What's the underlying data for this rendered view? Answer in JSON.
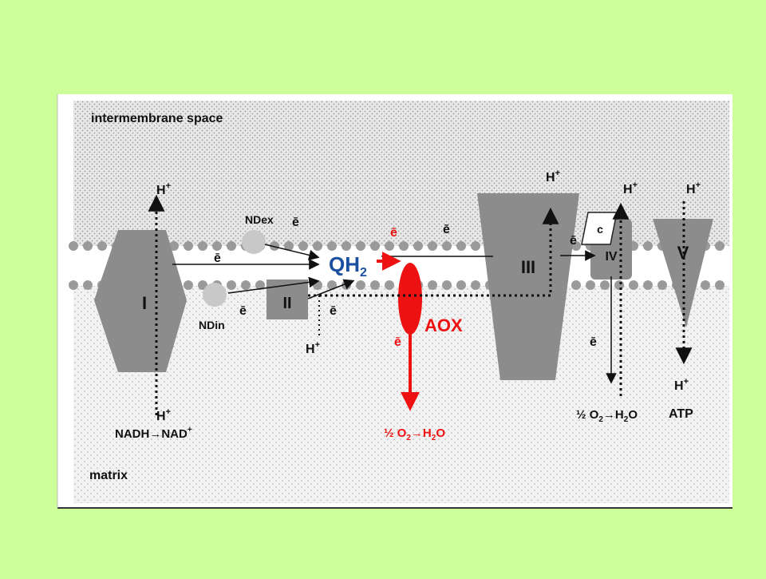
{
  "labels": {
    "intermembrane_space": "intermembrane space",
    "matrix": "matrix",
    "hplus": "H",
    "plus": "+",
    "electron": "ē",
    "ndex": "NDex",
    "ndin": "NDin",
    "complex_i": "I",
    "complex_ii": "II",
    "complex_iii": "III",
    "complex_iv": "IV",
    "complex_v": "V",
    "cytochrome_c": "c",
    "qh2_main": "QH",
    "qh2_sub": "2",
    "aox": "AOX",
    "nadh": "NADH→NAD",
    "nad_sup": "+",
    "half": "½ O",
    "o2_sub": "2",
    "arrow_h2o": "→H",
    "h2o_sub": "2",
    "o_end": "O",
    "atp": "ATP"
  },
  "colors": {
    "background": "#CCFF99",
    "panel": "#FFFFFF",
    "complex_gray": "#8C8C8C",
    "nd_gray": "#C8C8C8",
    "aox_red": "#EE1111",
    "qh2_blue": "#1A4FA0",
    "text": "#111111"
  }
}
